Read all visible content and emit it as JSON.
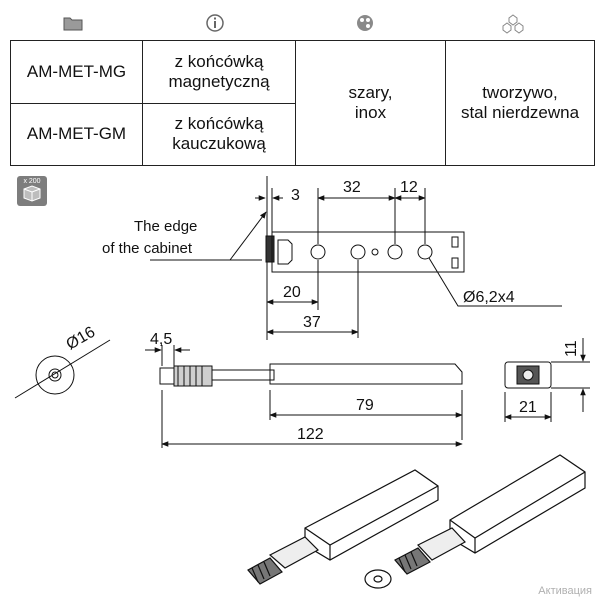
{
  "header_icons": [
    "folder-icon",
    "info-icon",
    "palette-icon",
    "material-icon"
  ],
  "table": {
    "rows": [
      {
        "code": "AM-MET-MG",
        "description": "z końcówką magnetyczną"
      },
      {
        "code": "AM-MET-GM",
        "description": "z końcówką kauczukową"
      }
    ],
    "color": "szary,\ninox",
    "material": "tworzywo,\nstal nierdzewna"
  },
  "package": {
    "label": "x 200"
  },
  "drawing": {
    "edge_label_line1": "The edge",
    "edge_label_line2": "of the cabinet",
    "dim_3": "3",
    "dim_32": "32",
    "dim_12": "12",
    "dim_20": "20",
    "dim_37": "37",
    "dim_holes": "Ø6,2x4",
    "dim_disc": "Ø16",
    "dim_45": "4,5",
    "dim_79": "79",
    "dim_122": "122",
    "dim_11": "11",
    "dim_21": "21"
  },
  "watermark": "Активация"
}
